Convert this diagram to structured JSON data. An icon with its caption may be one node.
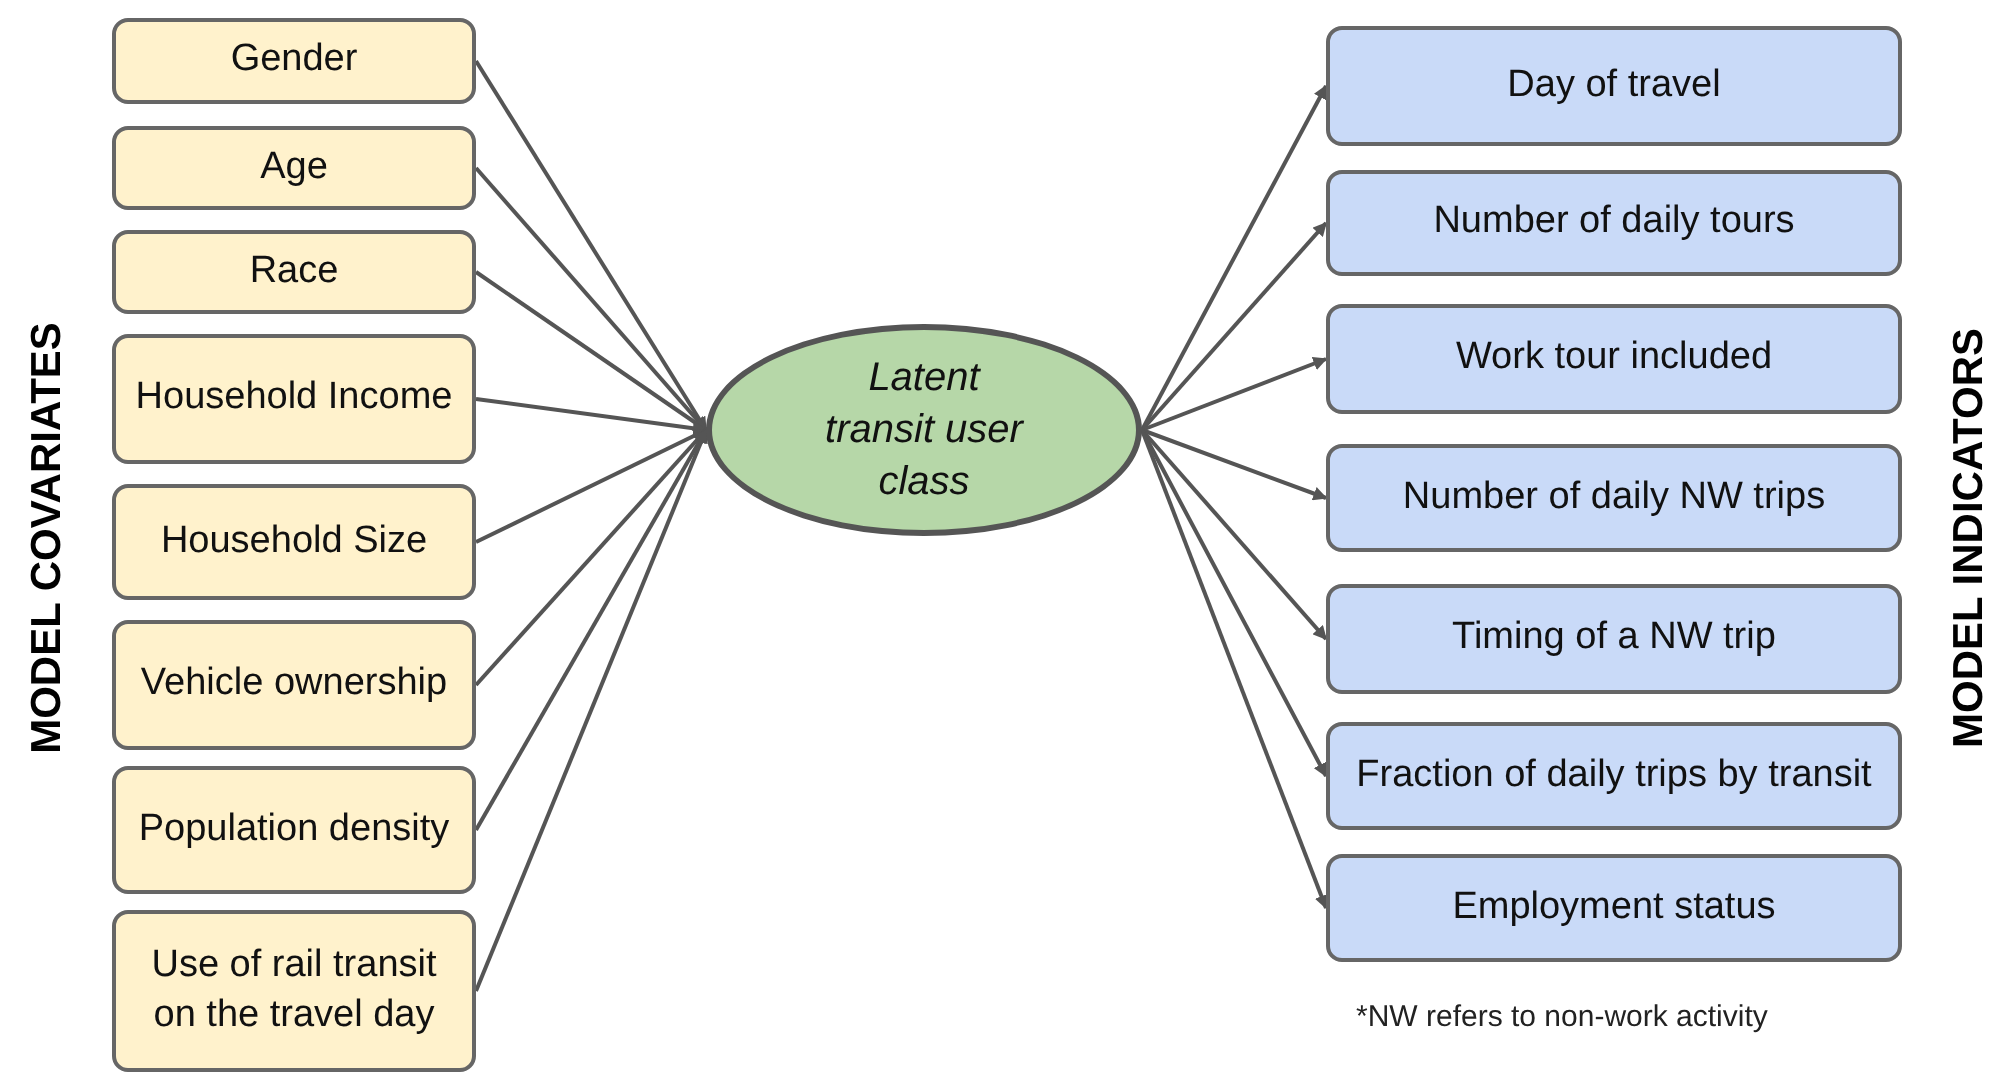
{
  "diagram": {
    "nodes": [
      {
        "text": [
          "Gender"
        ]
      },
      {
        "text": [
          "Age"
        ]
      },
      {
        "text": [
          "Race"
        ]
      },
      {
        "text": [
          "Household Income"
        ]
      },
      {
        "text": [
          "Household Size"
        ]
      },
      {
        "text": [
          "Vehicle ownership"
        ]
      },
      {
        "text": [
          "Population density"
        ]
      },
      {
        "text": [
          "Use of rail transit on the travel day"
        ]
      },
      {
        "text": [
          "Latent transit user class"
        ]
      },
      {
        "text": [
          "Day of travel"
        ]
      },
      {
        "text": [
          "Number of daily tours"
        ]
      },
      {
        "text": [
          "Work tour included"
        ]
      },
      {
        "text": [
          "Number of daily NW trips"
        ]
      },
      {
        "text": [
          "Timing of a NW trip"
        ]
      },
      {
        "text": [
          "Fraction of daily trips by transit"
        ]
      },
      {
        "text": [
          "Employment status"
        ]
      }
    ],
    "edges": [
      {
        "from": 0,
        "to": 8,
        "arrow": "to"
      },
      {
        "from": 1,
        "to": 8,
        "arrow": "to"
      },
      {
        "from": 2,
        "to": 8,
        "arrow": "to"
      },
      {
        "from": 3,
        "to": 8,
        "arrow": "to"
      },
      {
        "from": 4,
        "to": 8,
        "arrow": "to"
      },
      {
        "from": 5,
        "to": 8,
        "arrow": "to"
      },
      {
        "from": 6,
        "to": 8,
        "arrow": "to"
      },
      {
        "from": 7,
        "to": 8,
        "arrow": "to"
      },
      {
        "from": 8,
        "to": 9,
        "arrow": "to"
      },
      {
        "from": 8,
        "to": 10,
        "arrow": "to"
      },
      {
        "from": 8,
        "to": 11,
        "arrow": "to"
      },
      {
        "from": 8,
        "to": 12,
        "arrow": "to"
      },
      {
        "from": 8,
        "to": 13,
        "arrow": "to"
      },
      {
        "from": 8,
        "to": 14,
        "arrow": "to"
      },
      {
        "from": 8,
        "to": 15,
        "arrow": "to"
      }
    ],
    "labels": [
      "MODEL COVARIATES",
      "MODEL INDICATORS",
      "*NW refers to non-work activity"
    ]
  }
}
